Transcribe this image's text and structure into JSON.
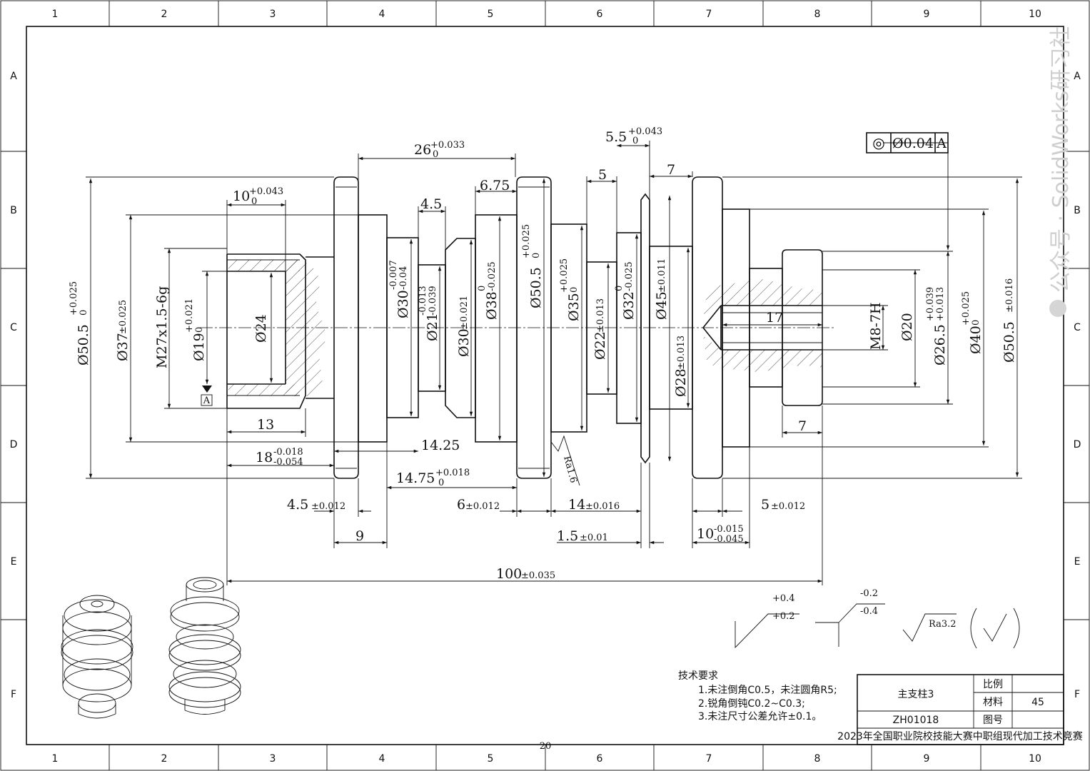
{
  "grid": {
    "columns": [
      "1",
      "2",
      "3",
      "4",
      "5",
      "6",
      "7",
      "8",
      "9",
      "10"
    ],
    "rows": [
      "A",
      "B",
      "C",
      "D",
      "E",
      "F"
    ]
  },
  "watermark": "公众号 · SolidWorks研习社",
  "geometric_tolerance": {
    "symbol": "◎",
    "value": "Ø0.04",
    "datum": "A"
  },
  "datum_label": "A",
  "dims": {
    "d50_5_left": "Ø50.5",
    "d50_5_left_tol_up": "+0.025",
    "d50_5_left_tol_lo": "0",
    "d37": "Ø37",
    "d37_tol": "±0.025",
    "m27": "M27x1.5-6g",
    "d19": "Ø19",
    "d19_tol_up": "+0.021",
    "d19_tol_lo": "0",
    "d24": "Ø24",
    "w10": "10",
    "w10_tol_up": "+0.043",
    "w10_tol_lo": "0",
    "w13": "13",
    "w18": "18",
    "w18_tol_up": "-0.018",
    "w18_tol_lo": "-0.054",
    "w26": "26",
    "w26_tol_up": "+0.033",
    "w26_tol_lo": "0",
    "w4_5a": "4.5",
    "d30a": "Ø30",
    "d30a_tol_up": "-0.007",
    "d30a_tol_lo": "-0.04",
    "d21": "Ø21",
    "d21_tol_up": "-0.013",
    "d21_tol_lo": "-0.039",
    "d30b": "Ø30",
    "d30b_tol": "±0.021",
    "w6_75": "6.75",
    "d38": "Ø38",
    "d38_tol_up": "0",
    "d38_tol_lo": "-0.025",
    "d50_5_mid": "Ø50.5",
    "d50_5_mid_tol_up": "+0.025",
    "d50_5_mid_tol_lo": "0",
    "w5": "5",
    "w5_5": "5.5",
    "w5_5_tol_up": "+0.043",
    "w5_5_tol_lo": "0",
    "d35": "Ø35",
    "d35_tol_up": "+0.025",
    "d35_tol_lo": "0",
    "d22": "Ø22",
    "d22_tol": "±0.013",
    "d32": "Ø32",
    "d32_tol_up": "0",
    "d32_tol_lo": "-0.025",
    "w7_top": "7",
    "d45": "Ø45",
    "d45_tol": "±0.011",
    "d28": "Ø28",
    "d28_tol": "±0.013",
    "w17": "17",
    "m8": "M8-7H",
    "d20": "Ø20",
    "d26_5": "Ø26.5",
    "d26_5_tol_up": "+0.039",
    "d26_5_tol_lo": "+0.013",
    "d40": "Ø40",
    "d40_tol_up": "+0.025",
    "d40_tol_lo": "0",
    "d50_5_right": "Ø50.5",
    "d50_5_right_tol": "±0.016",
    "w7_bot": "7",
    "w14_25": "14.25",
    "w14_75": "14.75",
    "w14_75_tol_up": "+0.018",
    "w14_75_tol_lo": "0",
    "ra16": "Ra1.6",
    "w4_5b": "4.5",
    "w4_5b_tol": "±0.012",
    "w6": "6",
    "w6_tol": "±0.012",
    "w14": "14",
    "w14_tol": "±0.016",
    "w5b": "5",
    "w5b_tol": "±0.012",
    "w9": "9",
    "w1_5": "1.5",
    "w1_5_tol": "±0.01",
    "w10b": "10",
    "w10b_tol_up": "-0.015",
    "w10b_tol_lo": "-0.045",
    "w100": "100",
    "w100_tol": "±0.035"
  },
  "legend": {
    "tol1_up": "+0.4",
    "tol1_lo": "+0.2",
    "tol2_up": "-0.2",
    "tol2_lo": "-0.4",
    "ra": "Ra3.2"
  },
  "notes": {
    "title": "技术要求",
    "items": [
      "1.未注倒角C0.5，未注圆角R5;",
      "2.锐角倒钝C0.2~C0.3;",
      "3.未注尺寸公差允许±0.1。"
    ]
  },
  "title_block": {
    "part_name": "主支柱3",
    "scale_label": "比例",
    "material_label": "材料",
    "material_value": "45",
    "drawing_no_label": "图号",
    "code": "ZH01018",
    "competition": "2023年全国职业院校技能大赛中职组现代加工技术竞赛"
  },
  "page_number": "20"
}
